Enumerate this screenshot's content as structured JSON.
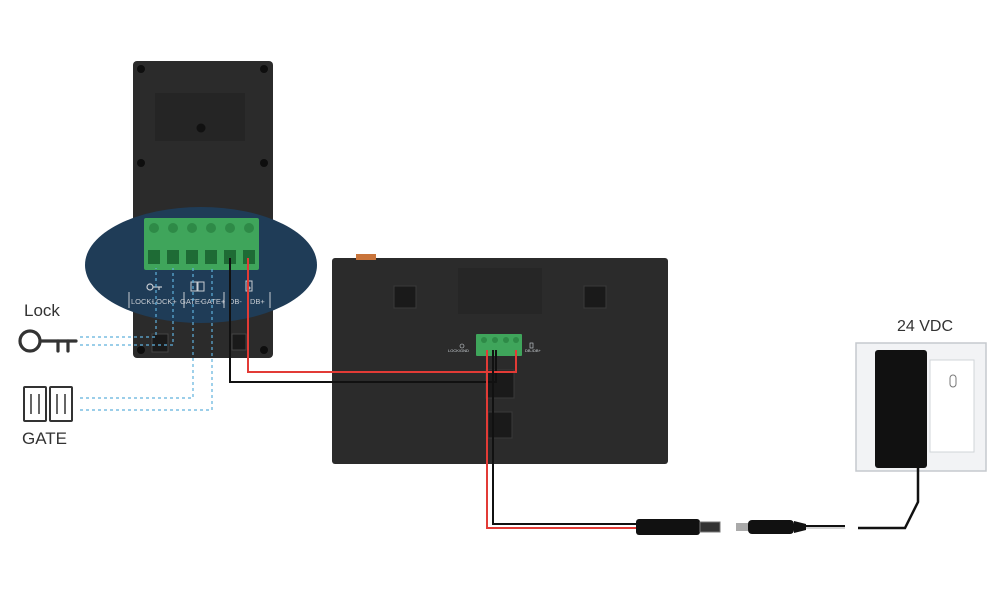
{
  "labels": {
    "lock": "Lock",
    "gate": "GATE",
    "power": "24 VDC"
  },
  "outdoor_terminals": [
    "LOCK-",
    "LOCK+",
    "GATE-",
    "GATE+",
    "DB-",
    "DB+"
  ],
  "indoor_terminals": {
    "left": "LOCK/GND",
    "right": "DB-/DB+"
  },
  "icons": [
    "key-icon",
    "gate-icon",
    "doorbell-icon",
    "power-adapter-icon"
  ],
  "colors": {
    "device_body": "#2b2b2b",
    "terminal_block": "#3fa55b",
    "wire_red": "#e23b36",
    "wire_black": "#111111",
    "signal_dashed": "#5fb0dc",
    "zoom_ellipse": "#1f3c57",
    "adapter_plate": "#f2f3f5"
  }
}
